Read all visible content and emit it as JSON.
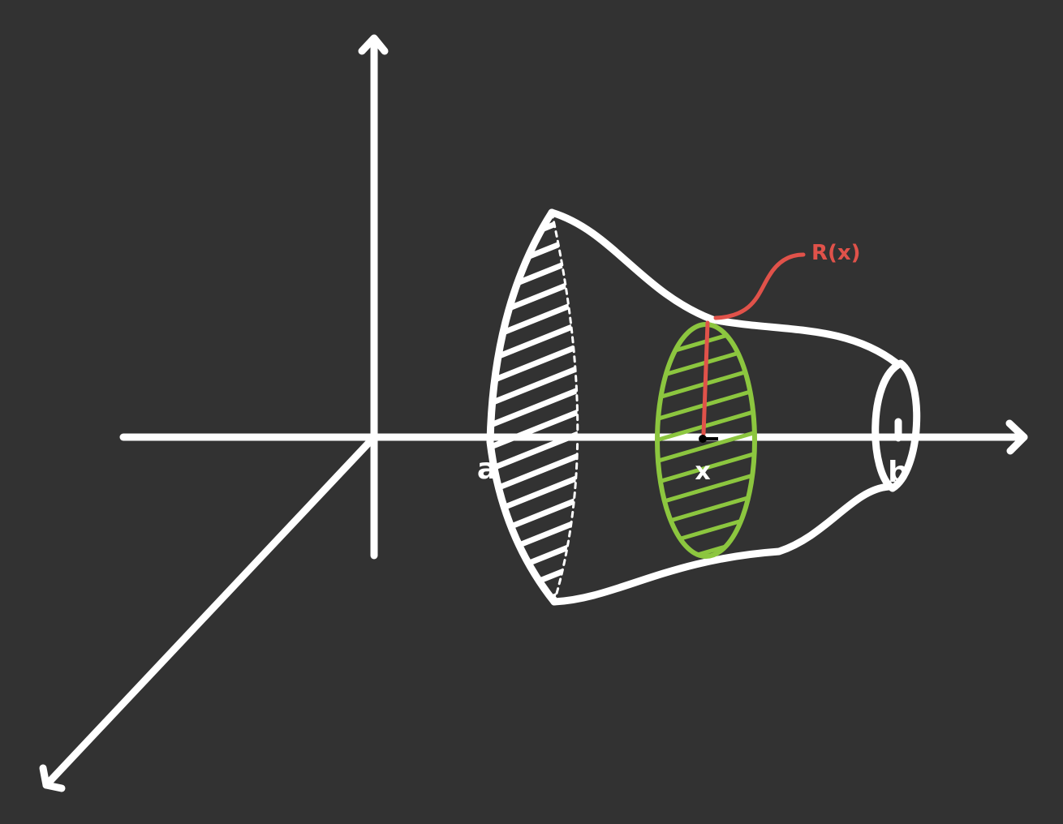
{
  "labels": {
    "lower_bound": "a",
    "upper_bound": "b",
    "position": "x",
    "radius": "R(x)"
  },
  "colors": {
    "background": "#323232",
    "stroke": "#ffffff",
    "cross_section": "#8cc63f",
    "radius": "#e0524a"
  },
  "icons": {
    "axis_arrowheads": "arrow-icon"
  }
}
